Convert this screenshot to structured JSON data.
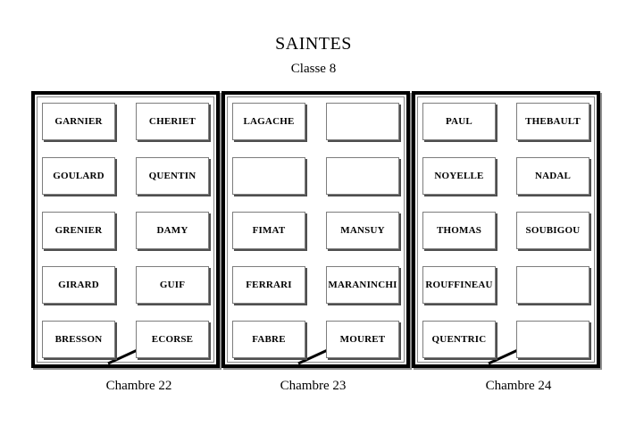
{
  "title": "SAINTES",
  "subtitle": "Classe 8",
  "rooms": [
    {
      "label": "Chambre 22",
      "beds": [
        "GARNIER",
        "CHERIET",
        "GOULARD",
        "QUENTIN",
        "GRENIER",
        "DAMY",
        "GIRARD",
        "GUIF",
        "BRESSON",
        "ECORSE"
      ]
    },
    {
      "label": "Chambre 23",
      "beds": [
        "LAGACHE",
        "",
        "",
        "",
        "FIMAT",
        "MANSUY",
        "FERRARI",
        "MARANINCHI",
        "FABRE",
        "MOURET"
      ]
    },
    {
      "label": "Chambre 24",
      "beds": [
        "PAUL",
        "THEBAULT",
        "NOYELLE",
        "NADAL",
        "THOMAS",
        "SOUBIGOU",
        "ROUFFINEAU",
        "",
        "QUENTRIC",
        ""
      ]
    }
  ],
  "colors": {
    "wall": "#000000",
    "inner_outline": "#868686",
    "bed_border": "#7d7d7d",
    "bed_shadow": "#4f4f4f",
    "text": "#000000",
    "background": "#ffffff"
  }
}
